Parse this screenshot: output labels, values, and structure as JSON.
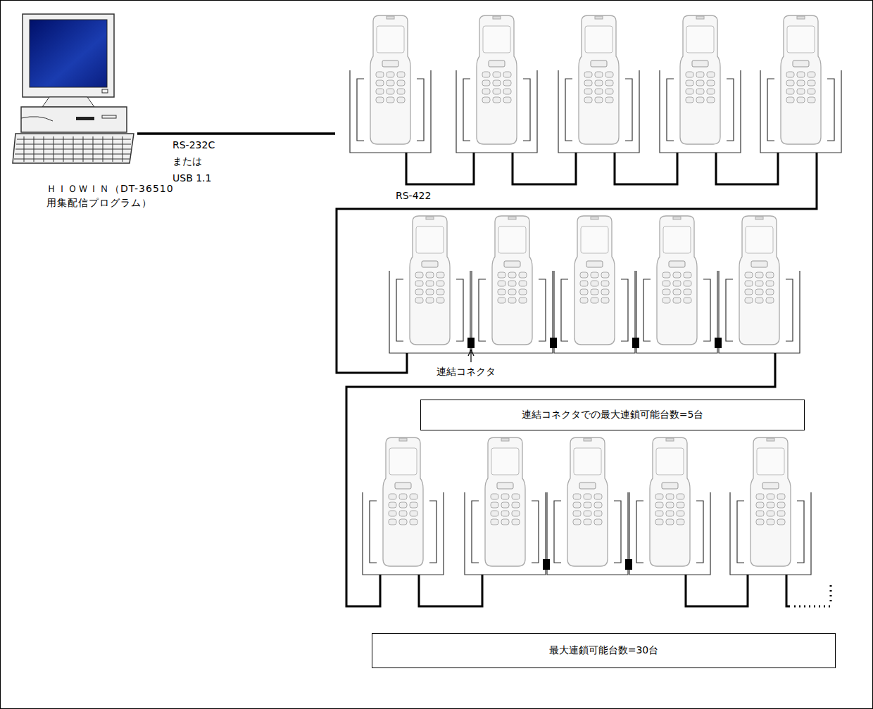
{
  "diagram": {
    "nodes": [
      {
        "text": [
          "連結コネクタでの最大連鎖可能台数=5台"
        ]
      },
      {
        "text": [
          "最大連鎖可能台数=30台"
        ]
      }
    ],
    "labels": [
      "RS-232C",
      "または",
      "USB 1.1",
      "ＨＩＯＷＩＮ（DT-36510 用集配信プログラム）",
      "RS-422",
      "連結コネクタ"
    ]
  }
}
